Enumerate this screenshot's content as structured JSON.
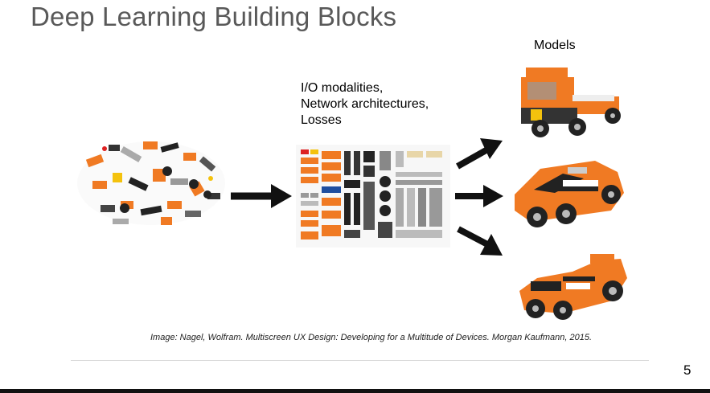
{
  "slide": {
    "title": "Deep Learning Building Blocks",
    "models_label": "Models",
    "io_lines": [
      "I/O modalities,",
      "Network architectures,",
      "Losses"
    ],
    "caption": "Image: Nagel, Wolfram. Multiscreen UX Design: Developing for a Multitude of Devices. Morgan Kaufmann, 2015.",
    "page_number": "5"
  },
  "colors": {
    "title_text": "#595959",
    "lego_orange": "#f07a23",
    "arrow": "#111111"
  },
  "icons": {
    "arrow": "arrow-right-icon",
    "pile": "lego-pile-image",
    "sorted": "lego-sorted-image",
    "model1": "lego-truck-image",
    "model2": "lego-car-image",
    "model3": "lego-racer-image"
  }
}
